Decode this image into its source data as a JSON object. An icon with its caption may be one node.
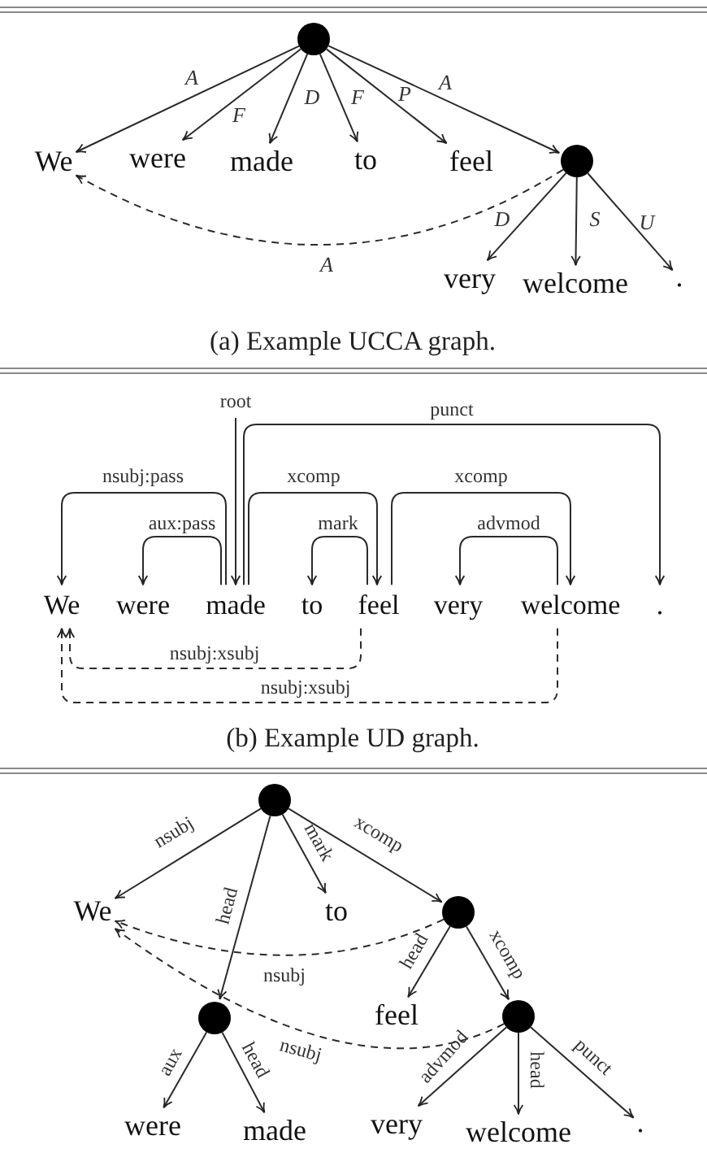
{
  "diagram": {
    "nodes": [
      {
        "text": [],
        "shape": "circle"
      },
      {
        "text": [
          "We"
        ]
      },
      {
        "text": [
          "were"
        ]
      },
      {
        "text": [
          "made"
        ]
      },
      {
        "text": [
          "to"
        ]
      },
      {
        "text": [
          "feel"
        ]
      },
      {
        "text": [],
        "shape": "circle"
      },
      {
        "text": [
          "very"
        ]
      },
      {
        "text": [
          "welcome"
        ]
      },
      {
        "text": [
          "."
        ]
      },
      {
        "text": [
          "We"
        ]
      },
      {
        "text": [
          "were"
        ]
      },
      {
        "text": [
          "made"
        ]
      },
      {
        "text": [
          "to"
        ]
      },
      {
        "text": [
          "feel"
        ]
      },
      {
        "text": [
          "very"
        ]
      },
      {
        "text": [
          "welcome"
        ]
      },
      {
        "text": [
          "."
        ]
      },
      {
        "text": [],
        "shape": "circle"
      },
      {
        "text": [
          "We"
        ]
      },
      {
        "text": [
          "to"
        ]
      },
      {
        "text": [],
        "shape": "circle"
      },
      {
        "text": [],
        "shape": "circle"
      },
      {
        "text": [
          "feel"
        ]
      },
      {
        "text": [],
        "shape": "circle"
      },
      {
        "text": [
          "were"
        ]
      },
      {
        "text": [
          "made"
        ]
      },
      {
        "text": [
          "very"
        ]
      },
      {
        "text": [
          "welcome"
        ]
      },
      {
        "text": [
          "."
        ]
      }
    ],
    "edges": [
      {
        "from": 0,
        "to": 1,
        "arrow": "to",
        "label": "A"
      },
      {
        "from": 0,
        "to": 2,
        "arrow": "to",
        "label": "F"
      },
      {
        "from": 0,
        "to": 3,
        "arrow": "to",
        "label": "D"
      },
      {
        "from": 0,
        "to": 4,
        "arrow": "to",
        "label": "F"
      },
      {
        "from": 0,
        "to": 5,
        "arrow": "to",
        "label": "P"
      },
      {
        "from": 0,
        "to": 6,
        "arrow": "to",
        "label": "A"
      },
      {
        "from": 6,
        "to": 7,
        "arrow": "to",
        "label": "D"
      },
      {
        "from": 6,
        "to": 8,
        "arrow": "to",
        "label": "S"
      },
      {
        "from": 6,
        "to": 9,
        "arrow": "to",
        "label": "U"
      },
      {
        "from": 6,
        "to": 1,
        "arrow": "to",
        "label": "A",
        "style": "dashed"
      },
      {
        "from": 12,
        "to": 10,
        "arrow": "to",
        "label": "nsubj:pass"
      },
      {
        "from": 12,
        "to": 11,
        "arrow": "to",
        "label": "aux:pass"
      },
      {
        "from": null,
        "to": 12,
        "arrow": "to",
        "label": "root"
      },
      {
        "from": 12,
        "to": 14,
        "arrow": "to",
        "label": "xcomp"
      },
      {
        "from": 14,
        "to": 13,
        "arrow": "to",
        "label": "mark"
      },
      {
        "from": 12,
        "to": 17,
        "arrow": "to",
        "label": "punct"
      },
      {
        "from": 14,
        "to": 16,
        "arrow": "to",
        "label": "xcomp"
      },
      {
        "from": 16,
        "to": 15,
        "arrow": "to",
        "label": "advmod"
      },
      {
        "from": 14,
        "to": 10,
        "arrow": "to",
        "label": "nsubj:xsubj",
        "style": "dashed"
      },
      {
        "from": 16,
        "to": 10,
        "arrow": "to",
        "label": "nsubj:xsubj",
        "style": "dashed"
      },
      {
        "from": 18,
        "to": 19,
        "arrow": "to",
        "label": "nsubj"
      },
      {
        "from": 18,
        "to": 22,
        "arrow": "to",
        "label": "head"
      },
      {
        "from": 18,
        "to": 20,
        "arrow": "to",
        "label": "mark"
      },
      {
        "from": 18,
        "to": 21,
        "arrow": "to",
        "label": "xcomp"
      },
      {
        "from": 21,
        "to": 23,
        "arrow": "to",
        "label": "head"
      },
      {
        "from": 21,
        "to": 24,
        "arrow": "to",
        "label": "xcomp"
      },
      {
        "from": 22,
        "to": 25,
        "arrow": "to",
        "label": "aux"
      },
      {
        "from": 22,
        "to": 26,
        "arrow": "to",
        "label": "head"
      },
      {
        "from": 24,
        "to": 27,
        "arrow": "to",
        "label": "advmod"
      },
      {
        "from": 24,
        "to": 28,
        "arrow": "to",
        "label": "head"
      },
      {
        "from": 24,
        "to": 29,
        "arrow": "to",
        "label": "punct"
      },
      {
        "from": 21,
        "to": 19,
        "arrow": "to",
        "label": "nsubj",
        "style": "dashed"
      },
      {
        "from": 24,
        "to": 19,
        "arrow": "to",
        "label": "nsubj",
        "style": "dashed"
      }
    ],
    "labels": [
      "(a) Example UCCA graph.",
      "(b) Example UD graph."
    ]
  }
}
